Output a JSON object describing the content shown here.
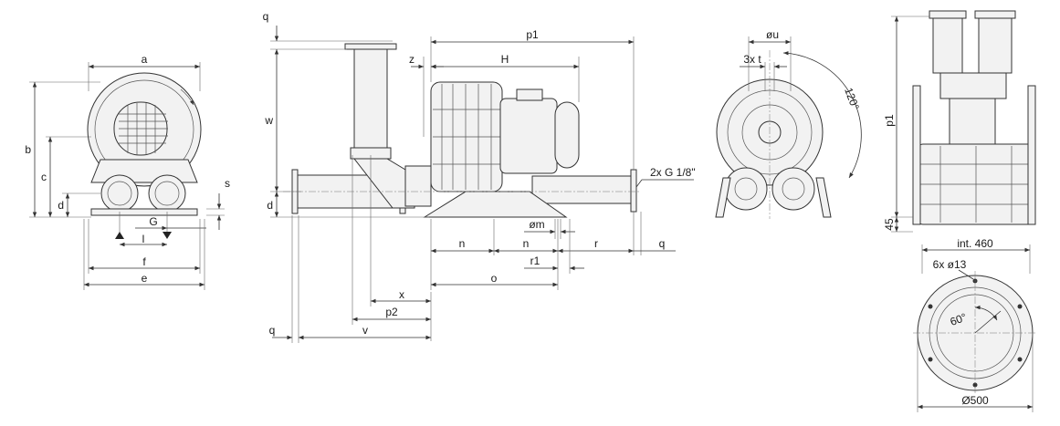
{
  "colors": {
    "line": "#333333",
    "fill": "#f2f2f2",
    "background": "#ffffff"
  },
  "front_view": {
    "labels": {
      "a": "a",
      "b": "b",
      "c": "c",
      "d": "d",
      "s": "s",
      "G": "G",
      "l": "l",
      "f": "f",
      "e": "e"
    }
  },
  "side_view": {
    "labels": {
      "q_top": "q",
      "w": "w",
      "d": "d",
      "z": "z",
      "H": "H",
      "p1": "p1",
      "thread": "2x G 1/8\"",
      "om": "øm",
      "n1": "n",
      "n2": "n",
      "r": "r",
      "q_right": "q",
      "r1": "r1",
      "o": "o",
      "x": "x",
      "p2": "p2",
      "q_bottom": "q",
      "v": "v"
    }
  },
  "end_view": {
    "labels": {
      "ou": "øu",
      "t": "3x t",
      "angle": "120°"
    }
  },
  "right_view": {
    "labels": {
      "p1": "p1",
      "h45": "45",
      "int": "int. 460"
    }
  },
  "flange_view": {
    "labels": {
      "holes": "6x ø13",
      "angle": "60°",
      "diameter": "Ø500"
    }
  }
}
